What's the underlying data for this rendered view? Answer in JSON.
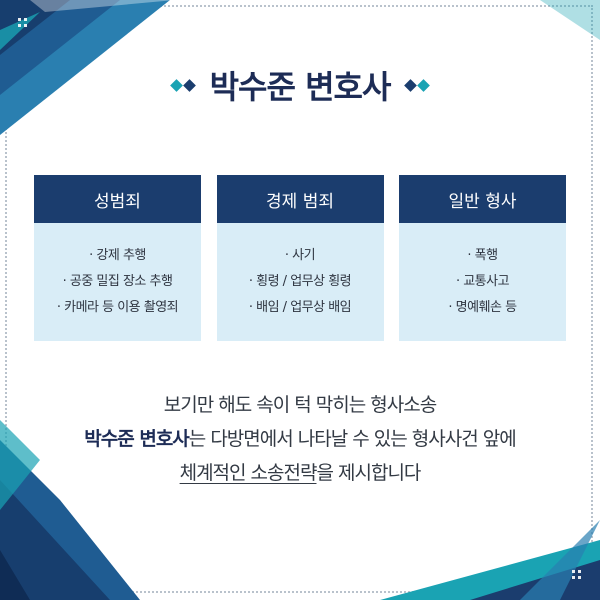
{
  "title": "박수준 변호사",
  "colors": {
    "navy": "#1b3d6e",
    "teal": "#1aa3b3",
    "light_blue": "#d9edf7"
  },
  "cards": [
    {
      "heading": "성범죄",
      "items": [
        "· 강제 추행",
        "· 공중 밀집 장소 추행",
        "· 카메라 등 이용 촬영죄"
      ]
    },
    {
      "heading": "경제 범죄",
      "items": [
        "· 사기",
        "· 횡령 / 업무상 횡령",
        "· 배임 / 업무상 배임"
      ]
    },
    {
      "heading": "일반 형사",
      "items": [
        "· 폭행",
        "· 교통사고",
        "· 명예훼손 등"
      ]
    }
  ],
  "description": {
    "line1": "보기만 해도 속이 턱 막히는 형사소송",
    "line2_bold": "박수준 변호사",
    "line2_rest": "는 다방면에서 나타날 수 있는 형사사건 앞에",
    "line3_underlined": "체계적인 소송전략",
    "line3_rest": "을 제시합니다"
  }
}
